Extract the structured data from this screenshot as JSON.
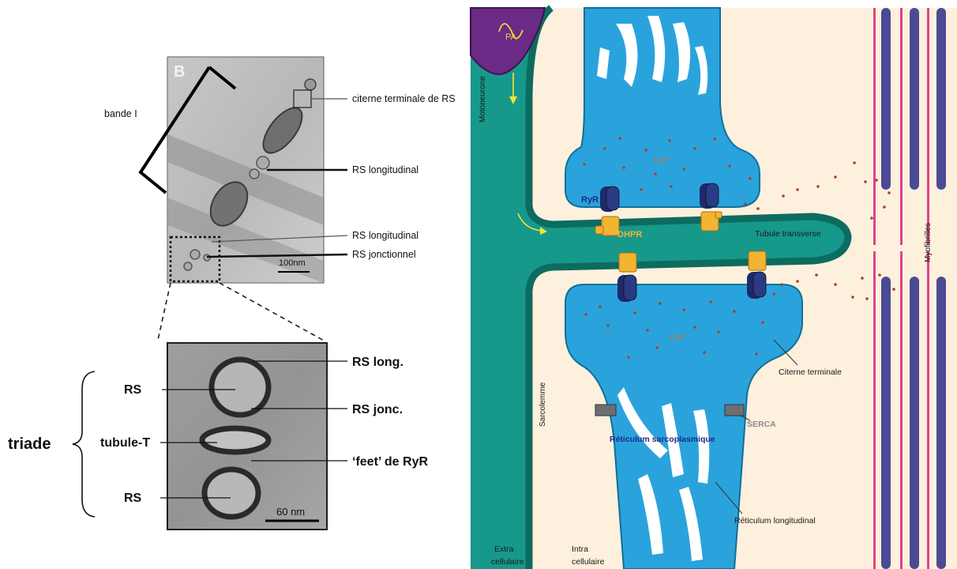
{
  "micrograph_top": {
    "panel_letter": "B",
    "label_bande": "bande I",
    "label_citerne": "citerne terminale de RS",
    "label_rs_long_1": "RS longitudinal",
    "label_rs_long_2": "RS longitudinal",
    "label_rs_jonc": "RS jonctionnel",
    "scale_bar": "100nm"
  },
  "micrograph_bottom": {
    "triade": "triade",
    "rs_top": "RS",
    "tubule_t": "tubule-T",
    "rs_bottom": "RS",
    "rs_long": "RS long.",
    "rs_jonc": "RS jonc.",
    "feet": "‘feet’ de RyR",
    "scale_bar": "60 nm"
  },
  "diagram": {
    "pa": "PA",
    "motoneurone": "Motoneurone",
    "ca_top": "Ca²⁺",
    "ca_bottom": "Ca²⁺",
    "ryr": "RyR",
    "dhpr": "DHPR",
    "tubule_transverse": "Tubule transverse",
    "myofibrilles": "Myofibrilles",
    "sarcolemme": "Sarcolemme",
    "citerne_terminale": "Citerne terminale",
    "serca": "SERCA",
    "reticulum_sarco": "Réticulum sarcoplasmique",
    "reticulum_long": "Réticulum longitudinal",
    "extra_1": "Extra",
    "extra_2": "cellulaire",
    "intra_1": "Intra",
    "intra_2": "cellulaire"
  },
  "colors": {
    "cytoplasm": "#fdf0dc",
    "extracellular": "#16998a",
    "membrane": "#0d6b60",
    "reticulum": "#2aa3dc",
    "reticulum_light": "#ffffff",
    "myofibril": "#4b4a94",
    "myofibril_line": "#e2408a",
    "neuron": "#6b2a86",
    "ryr": "#1d2a6b",
    "dhpr": "#f3b431",
    "calcium": "#a8412c",
    "serca": "#6e6e72"
  }
}
